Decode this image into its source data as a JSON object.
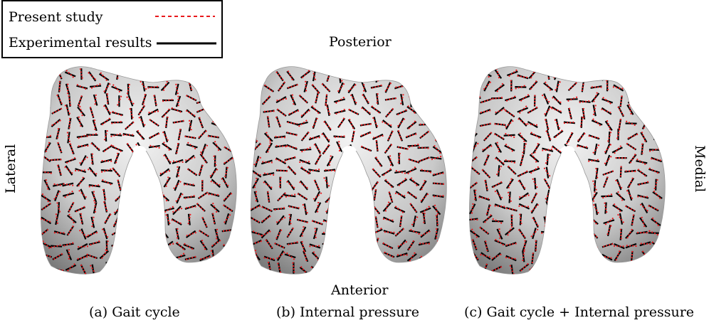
{
  "legend": {
    "present_label": "Present study",
    "experimental_label": "Experimental results",
    "present_color": "#e8191c",
    "experimental_color": "#000000"
  },
  "orientation": {
    "posterior": "Posterior",
    "anterior": "Anterior",
    "lateral": "Lateral",
    "medial": "Medial"
  },
  "panels": [
    {
      "caption": "(a) Gait cycle"
    },
    {
      "caption": "(b) Internal pressure"
    },
    {
      "caption": "(c) Gait cycle + Internal pressure"
    }
  ],
  "colors": {
    "surface_light": "#f2f2f2",
    "surface_dark": "#7a7a7a"
  }
}
